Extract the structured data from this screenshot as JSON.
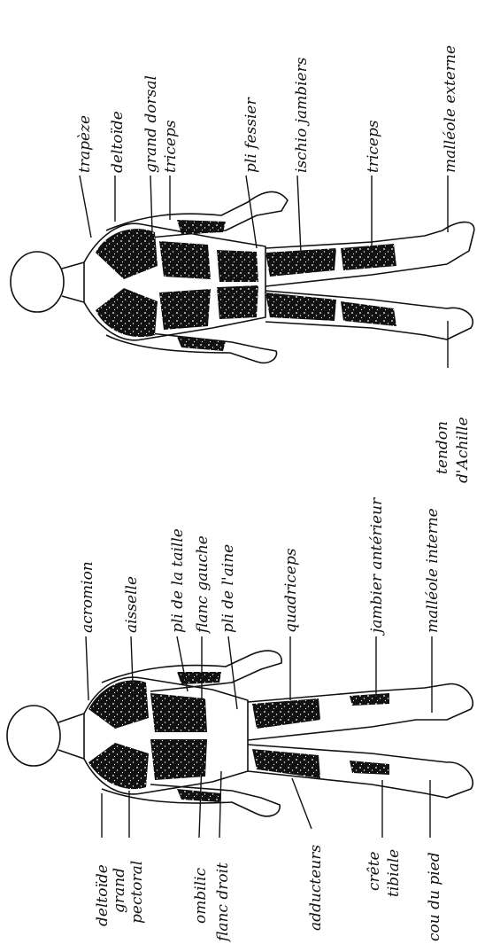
{
  "figure_front": {
    "left_labels": {
      "deltoide": "deltoïde",
      "grand_pectoral_1": "grand",
      "grand_pectoral_2": "pectoral",
      "ombilic": "ombilic",
      "flanc_droit": "flanc droit",
      "adducteurs": "adducteurs",
      "crete_1": "crête",
      "crete_2": "tibiale",
      "cou_du_pied": "cou du pied"
    },
    "right_labels": {
      "acromion": "acromion",
      "aisselle": "aisselle",
      "pli_taille": "pli de la taille",
      "flanc_gauche": "flanc gauche",
      "pli_aine": "pli de l'aine",
      "quadriceps": "quadriceps",
      "jambier": "jambier antérieur",
      "malleole_int": "malléole interne"
    }
  },
  "figure_back": {
    "right_labels": {
      "trapeze": "trapèze",
      "deltoide": "deltoïde",
      "grand_dorsal": "grand dorsal",
      "triceps_bras": "triceps",
      "pli_fessier": "pli fessier",
      "ischio": "ischio jambiers",
      "triceps_sural": "triceps",
      "malleole_ext": "malléole externe"
    },
    "left_labels": {
      "tendon_1": "tendon",
      "tendon_2": "d'Achille"
    }
  },
  "colors": {
    "ink": "#111111",
    "paper": "#ffffff"
  }
}
